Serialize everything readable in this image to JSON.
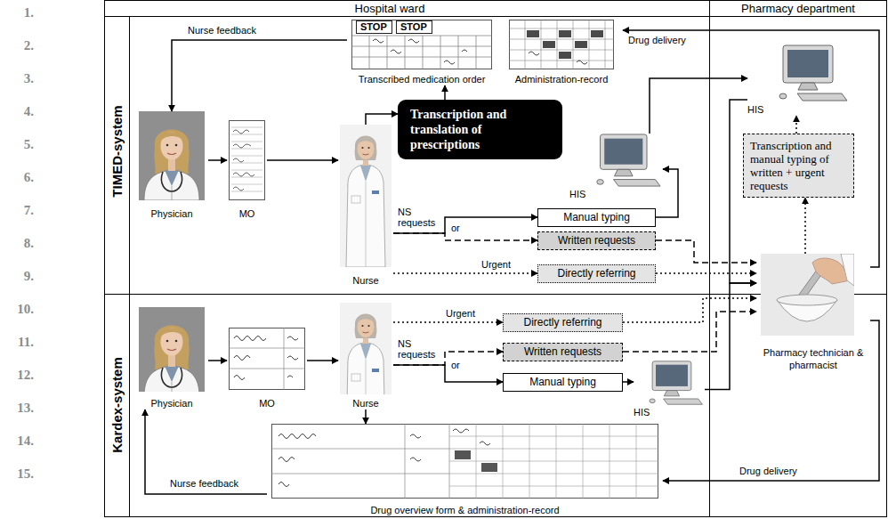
{
  "diagram": {
    "nodes": [
      {
        "text": [
          "Physician"
        ]
      },
      {
        "text": [
          "MO"
        ]
      },
      {
        "text": [
          "Nurse"
        ]
      },
      {
        "text": [
          "Transcription and translation of prescriptions"
        ]
      },
      {
        "text": [
          "Transcribed medication order"
        ]
      },
      {
        "text": [
          "Administration-record"
        ]
      },
      {
        "text": [
          "Manual typing"
        ]
      },
      {
        "text": [
          "Written requests"
        ]
      },
      {
        "text": [
          "Directly referring"
        ]
      },
      {
        "text": [
          "HIS"
        ]
      },
      {
        "text": [
          "HIS"
        ]
      },
      {
        "text": [
          "Transcription and manual typing of written + urgent requests"
        ]
      },
      {
        "text": [
          "Pharmacy technician & pharmacist"
        ]
      },
      {
        "text": [
          "Physician"
        ]
      },
      {
        "text": [
          "MO"
        ]
      },
      {
        "text": [
          "Nurse"
        ]
      },
      {
        "text": [
          "Directly referring"
        ]
      },
      {
        "text": [
          "Written requests"
        ]
      },
      {
        "text": [
          "Manual typing"
        ]
      },
      {
        "text": [
          "HIS"
        ]
      },
      {
        "text": [
          "Drug overview form & administration-record"
        ]
      }
    ],
    "edges": [
      {
        "from": 4,
        "to": 0,
        "arrow": "to",
        "label": "Nurse feedback"
      },
      {
        "from": 0,
        "to": 1,
        "arrow": "to"
      },
      {
        "from": 1,
        "to": 2,
        "arrow": "to"
      },
      {
        "from": 2,
        "to": 3,
        "arrow": "to"
      },
      {
        "from": 3,
        "to": 4,
        "arrow": "to"
      },
      {
        "from": 2,
        "to": 6,
        "arrow": "to",
        "label": "NS requests"
      },
      {
        "from": 2,
        "to": 7,
        "arrow": "to",
        "label": "or"
      },
      {
        "from": 2,
        "to": 8,
        "arrow": "to",
        "label": "Urgent"
      },
      {
        "from": 6,
        "to": 9,
        "arrow": "to"
      },
      {
        "from": 9,
        "to": 10,
        "arrow": "to"
      },
      {
        "from": 7,
        "to": 12,
        "arrow": "to"
      },
      {
        "from": 8,
        "to": 12,
        "arrow": "to"
      },
      {
        "from": 10,
        "to": 12,
        "arrow": "to"
      },
      {
        "from": 12,
        "to": 11,
        "arrow": "to"
      },
      {
        "from": 11,
        "to": 10,
        "arrow": "to"
      },
      {
        "from": 12,
        "to": 5,
        "arrow": "to",
        "label": "Drug delivery"
      },
      {
        "from": 13,
        "to": 14,
        "arrow": "to"
      },
      {
        "from": 14,
        "to": 15,
        "arrow": "to"
      },
      {
        "from": 15,
        "to": 20,
        "arrow": "to"
      },
      {
        "from": 15,
        "to": 16,
        "arrow": "to",
        "label": "Urgent"
      },
      {
        "from": 15,
        "to": 17,
        "arrow": "to",
        "label": "or"
      },
      {
        "from": 15,
        "to": 18,
        "arrow": "to",
        "label": "NS requests"
      },
      {
        "from": 16,
        "to": 12,
        "arrow": "to"
      },
      {
        "from": 17,
        "to": 12,
        "arrow": "to"
      },
      {
        "from": 18,
        "to": 19,
        "arrow": "to"
      },
      {
        "from": 19,
        "to": 12,
        "arrow": "to"
      },
      {
        "from": 12,
        "to": 20,
        "arrow": "to",
        "label": "Drug delivery"
      },
      {
        "from": 20,
        "to": 13,
        "arrow": "to",
        "label": "Nurse feedback"
      }
    ],
    "labels": [
      "Hospital ward",
      "Pharmacy department",
      "TIMED-system",
      "Kardex-system",
      "STOP",
      "STOP",
      "1.",
      "2.",
      "3.",
      "4.",
      "5.",
      "6.",
      "7.",
      "8.",
      "9.",
      "10.",
      "11.",
      "12.",
      "13.",
      "14.",
      "15."
    ]
  }
}
